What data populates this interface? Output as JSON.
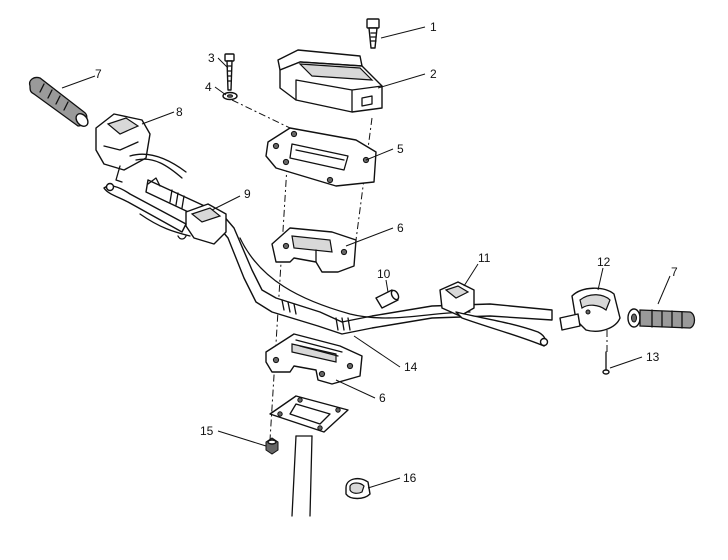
{
  "callouts": {
    "c1": "1",
    "c2": "2",
    "c3": "3",
    "c4": "4",
    "c5": "5",
    "c6a": "6",
    "c6b": "6",
    "c7a": "7",
    "c7b": "7",
    "c8": "8",
    "c9": "9",
    "c10": "10",
    "c11": "11",
    "c12": "12",
    "c13": "13",
    "c14": "14",
    "c15": "15",
    "c16": "16"
  }
}
